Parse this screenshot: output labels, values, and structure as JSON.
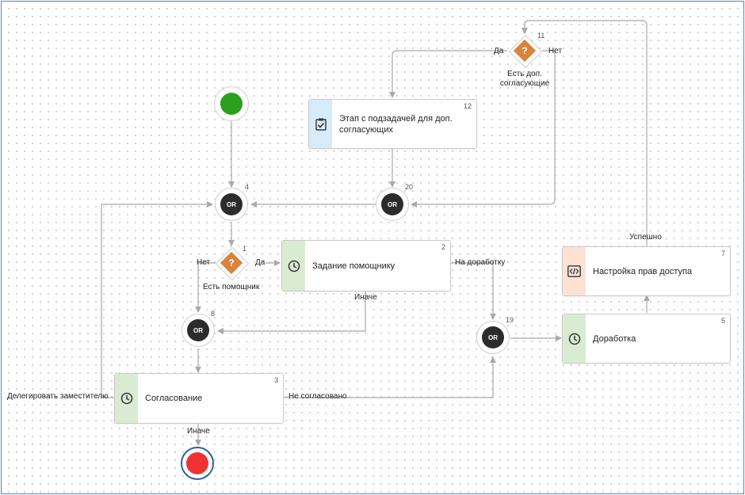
{
  "nodes": {
    "task12": {
      "number": "12",
      "title": "Этап с подзадачей для доп. согласующих",
      "color": "#d6ecfb",
      "icon": "checklist-icon"
    },
    "task2": {
      "number": "2",
      "title": "Задание помощнику",
      "color": "#d9ecd2",
      "icon": "clock-icon"
    },
    "task3": {
      "number": "3",
      "title": "Согласование",
      "color": "#d9ecd2",
      "icon": "clock-icon"
    },
    "task7": {
      "number": "7",
      "title": "Настройка прав доступа",
      "color": "#fde2d4",
      "icon": "code-icon"
    },
    "task5": {
      "number": "5",
      "title": "Доработка",
      "color": "#d9ecd2",
      "icon": "clock-icon"
    }
  },
  "gates": {
    "or4": {
      "number": "4",
      "label": "OR"
    },
    "or20": {
      "number": "20",
      "label": "OR"
    },
    "or8": {
      "number": "8",
      "label": "OR"
    },
    "or19": {
      "number": "19",
      "label": "OR"
    }
  },
  "decisions": {
    "d11": {
      "number": "11",
      "symbol": "?",
      "caption_line1": "Есть доп.",
      "caption_line2": "согласующие"
    },
    "d1": {
      "number": "1",
      "symbol": "?",
      "caption": "Есть помощник"
    }
  },
  "edge_labels": {
    "d11_yes": "Да",
    "d11_no": "Нет",
    "d1_no": "Нет",
    "d1_yes": "Да",
    "task2_rework": "На доработку",
    "task2_else": "Иначе",
    "task7_success": "Успешно",
    "task3_delegate": "Делегировать заместителю",
    "task3_rejected": "Не согласовано",
    "task3_else": "Иначе"
  },
  "events": {
    "start_color": "#2aa01c",
    "end_color": "#f23232",
    "end_ring_color": "#2f5fa3"
  }
}
